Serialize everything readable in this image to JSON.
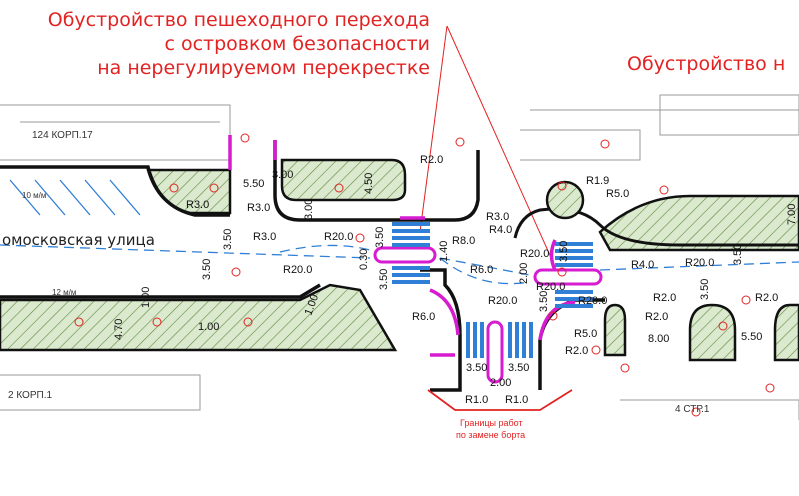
{
  "titles": {
    "left_line1": "Обустройство пешеходного перехода",
    "left_line2": "с островком безопасности",
    "left_line3": "на нерегулируемом перекрестке",
    "right_line1": "Обустройство н"
  },
  "labels": {
    "street_name": "омосковская улица",
    "building_1": "124 КОРП.17",
    "building_2": "2 КОРП.1",
    "building_3": "4 СТР.1",
    "lane_upper": "10 м/м",
    "lane_lower": "12 м/м",
    "works_note_1": "Границы работ",
    "works_note_2": "по замене борта"
  },
  "dimensions": {
    "d550_top": "5.50",
    "d300_a": "3.00",
    "d450": "4.50",
    "d300_b": "3.00",
    "r20_top": "R2.0",
    "r30_a": "R3.0",
    "r30_b": "R3.0",
    "r30_c": "R3.0",
    "r30_d": "R3.0",
    "r40_a": "R4.0",
    "r19": "R1.9",
    "r50_top": "R5.0",
    "d700": "7.00",
    "d350_left": "3.50",
    "d350_left2": "3.50",
    "r200_a": "R20.0",
    "r200_b": "R20.0",
    "r200_c": "R20.0",
    "r200_d": "R20.0",
    "r200_e": "R20.0",
    "r200_f": "R20.0",
    "r200_g": "R20.0",
    "d030": "0.30",
    "d350_isl1": "3.50",
    "d350_isl1b": "3.50",
    "d140": "1.40",
    "r80": "R8.0",
    "r60_a": "R6.0",
    "r60_b": "R6.0",
    "r40_b": "R4.0",
    "d200_a": "2.00",
    "d350_isl2": "3.50",
    "d350_isl2b": "3.50",
    "d350_right": "3.50",
    "d350_r2": "3.50",
    "r20_a": "R2.0",
    "r20_b": "R2.0",
    "r20_c": "R2.0",
    "r20_d": "R2.0",
    "r50_b": "R5.0",
    "d800": "8.00",
    "d550_b": "5.50",
    "d100_a": "1.00",
    "d100_b": "1.00",
    "d100_c": "1.00",
    "d470": "4.70",
    "d350_c1": "3.50",
    "d350_c2": "3.50",
    "d200_b": "2.00",
    "r10_a": "R1.0",
    "r10_b": "R1.0"
  },
  "colors": {
    "title_red": "#e32222",
    "crossing_blue": "#2f7fd6",
    "curb_magenta": "#d61bd1",
    "hatch_green": "#5f8a3c",
    "lane_dash_blue": "#2f7fd6"
  }
}
